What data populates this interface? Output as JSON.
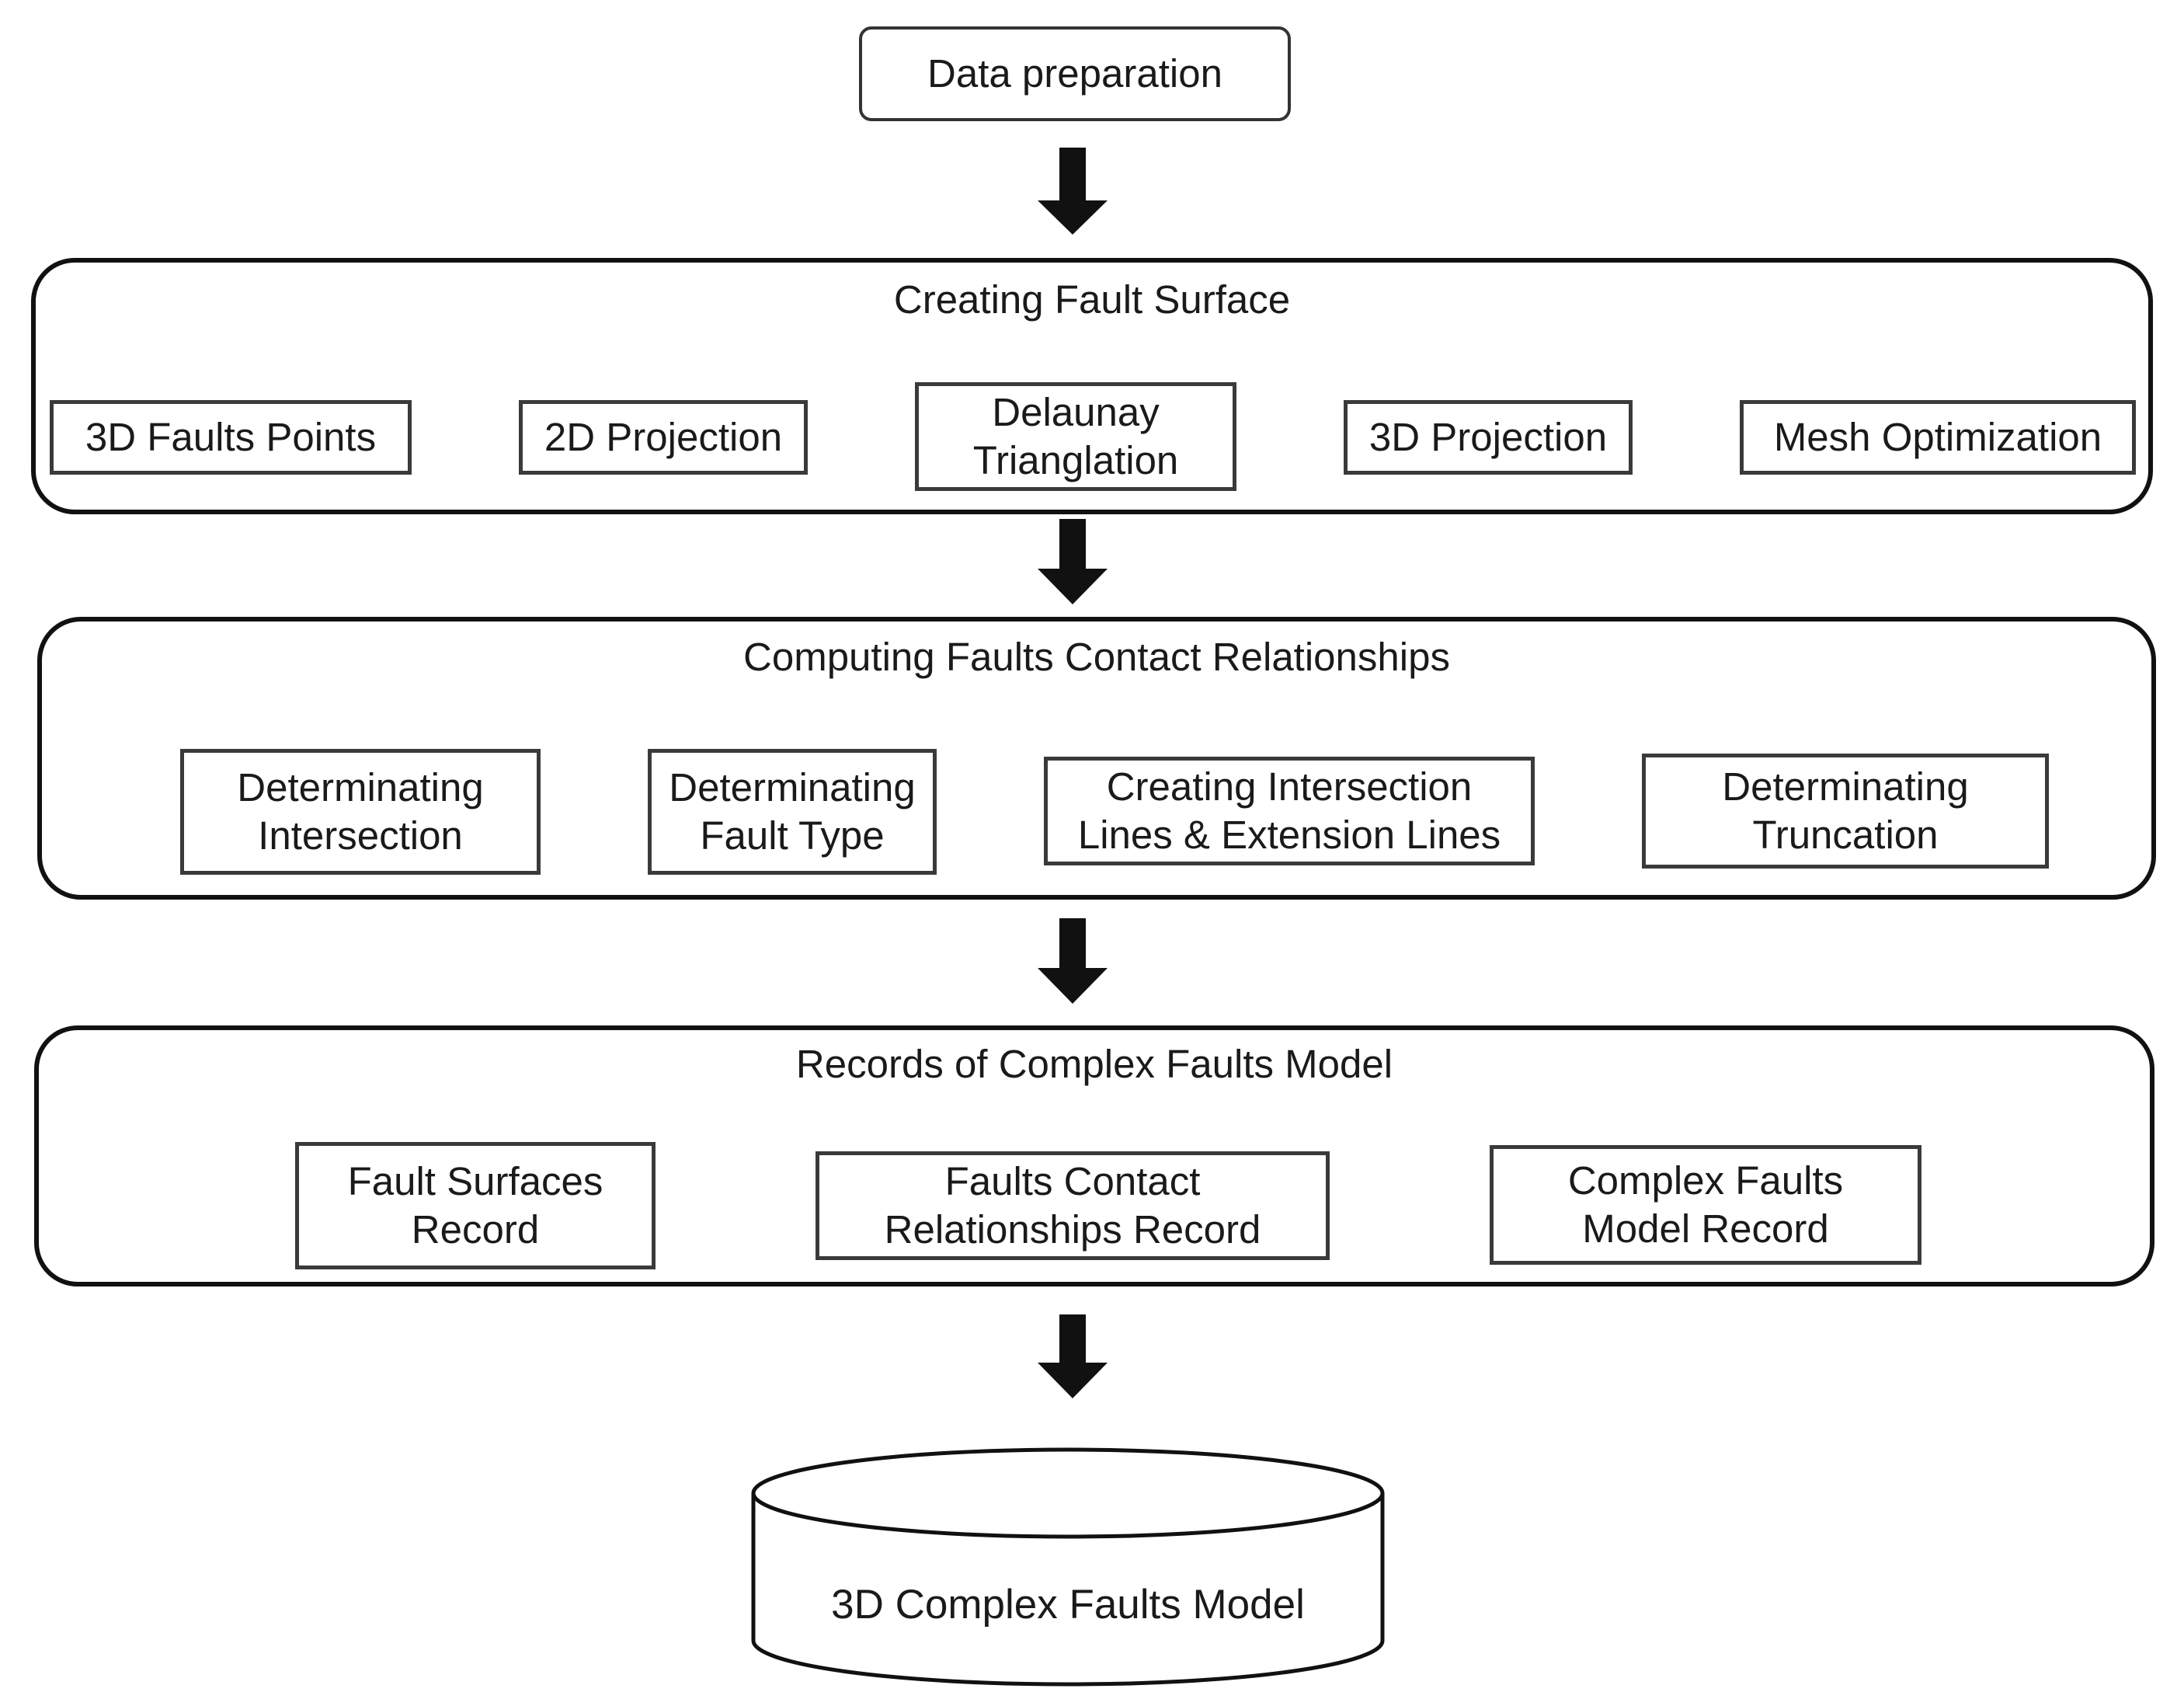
{
  "start": {
    "label": "Data preparation"
  },
  "stages": [
    {
      "title": "Creating Fault Surface",
      "steps": [
        "3D Faults Points",
        "2D Projection",
        "Delaunay\nTrianglation",
        "3D Projection",
        "Mesh Optimization"
      ]
    },
    {
      "title": "Computing Faults Contact Relationships",
      "steps": [
        "Determinating\nIntersection",
        "Determinating\nFault Type",
        "Creating Intersection\nLines & Extension Lines",
        "Determinating\nTruncation"
      ]
    },
    {
      "title": "Records of Complex Faults Model",
      "steps": [
        "Fault Surfaces\nRecord",
        "Faults Contact\nRelationships Record",
        "Complex Faults\nModel Record"
      ]
    }
  ],
  "output": {
    "label": "3D Complex Faults Model"
  },
  "colors": {
    "line": "#111111",
    "box_border": "#3a3a3a"
  }
}
